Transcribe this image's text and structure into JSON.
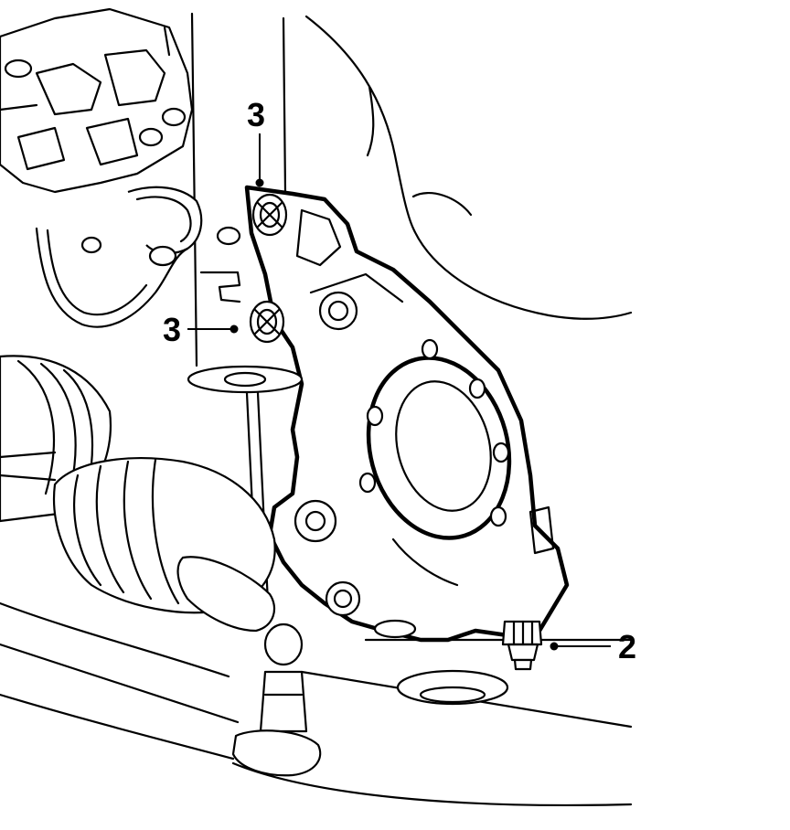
{
  "figure": {
    "callouts": [
      {
        "id": "callout-3-top",
        "label": "3"
      },
      {
        "id": "callout-3-middle",
        "label": "3"
      },
      {
        "id": "callout-2",
        "label": "2"
      }
    ]
  }
}
